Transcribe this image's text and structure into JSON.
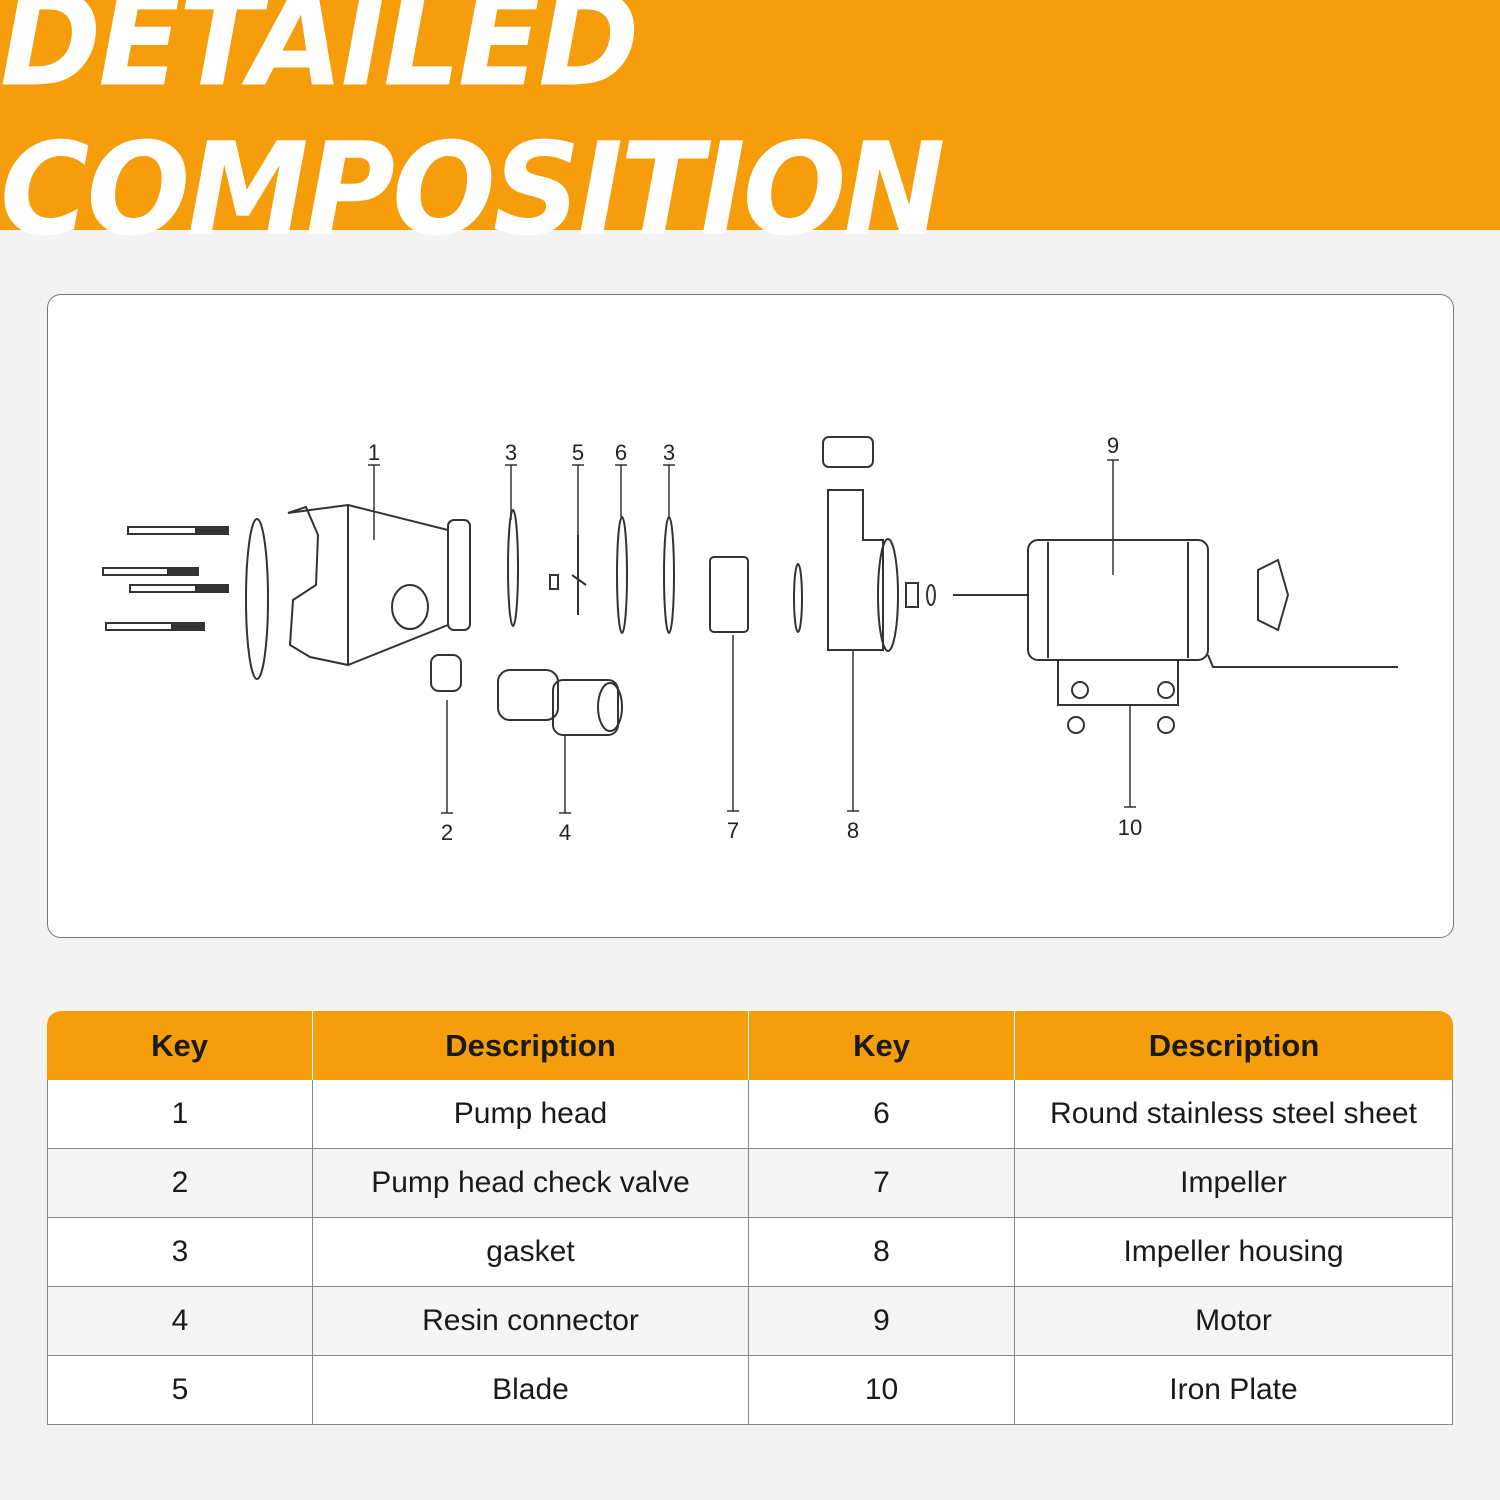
{
  "banner": {
    "title": "DETAILED COMPOSITION"
  },
  "diagram": {
    "callouts": [
      "1",
      "2",
      "3",
      "4",
      "5",
      "6",
      "3",
      "7",
      "8",
      "9",
      "10"
    ]
  },
  "table": {
    "headers": [
      "Key",
      "Description",
      "Key",
      "Description"
    ],
    "rows": [
      {
        "k1": "1",
        "d1": "Pump head",
        "k2": "6",
        "d2": "Round stainless steel sheet"
      },
      {
        "k1": "2",
        "d1": "Pump head check valve",
        "k2": "7",
        "d2": "Impeller"
      },
      {
        "k1": "3",
        "d1": "gasket",
        "k2": "8",
        "d2": "Impeller housing"
      },
      {
        "k1": "4",
        "d1": "Resin connector",
        "k2": "9",
        "d2": "Motor"
      },
      {
        "k1": "5",
        "d1": "Blade",
        "k2": "10",
        "d2": "Iron Plate"
      }
    ]
  },
  "colors": {
    "accent": "#f69d0b",
    "line": "#222222"
  }
}
